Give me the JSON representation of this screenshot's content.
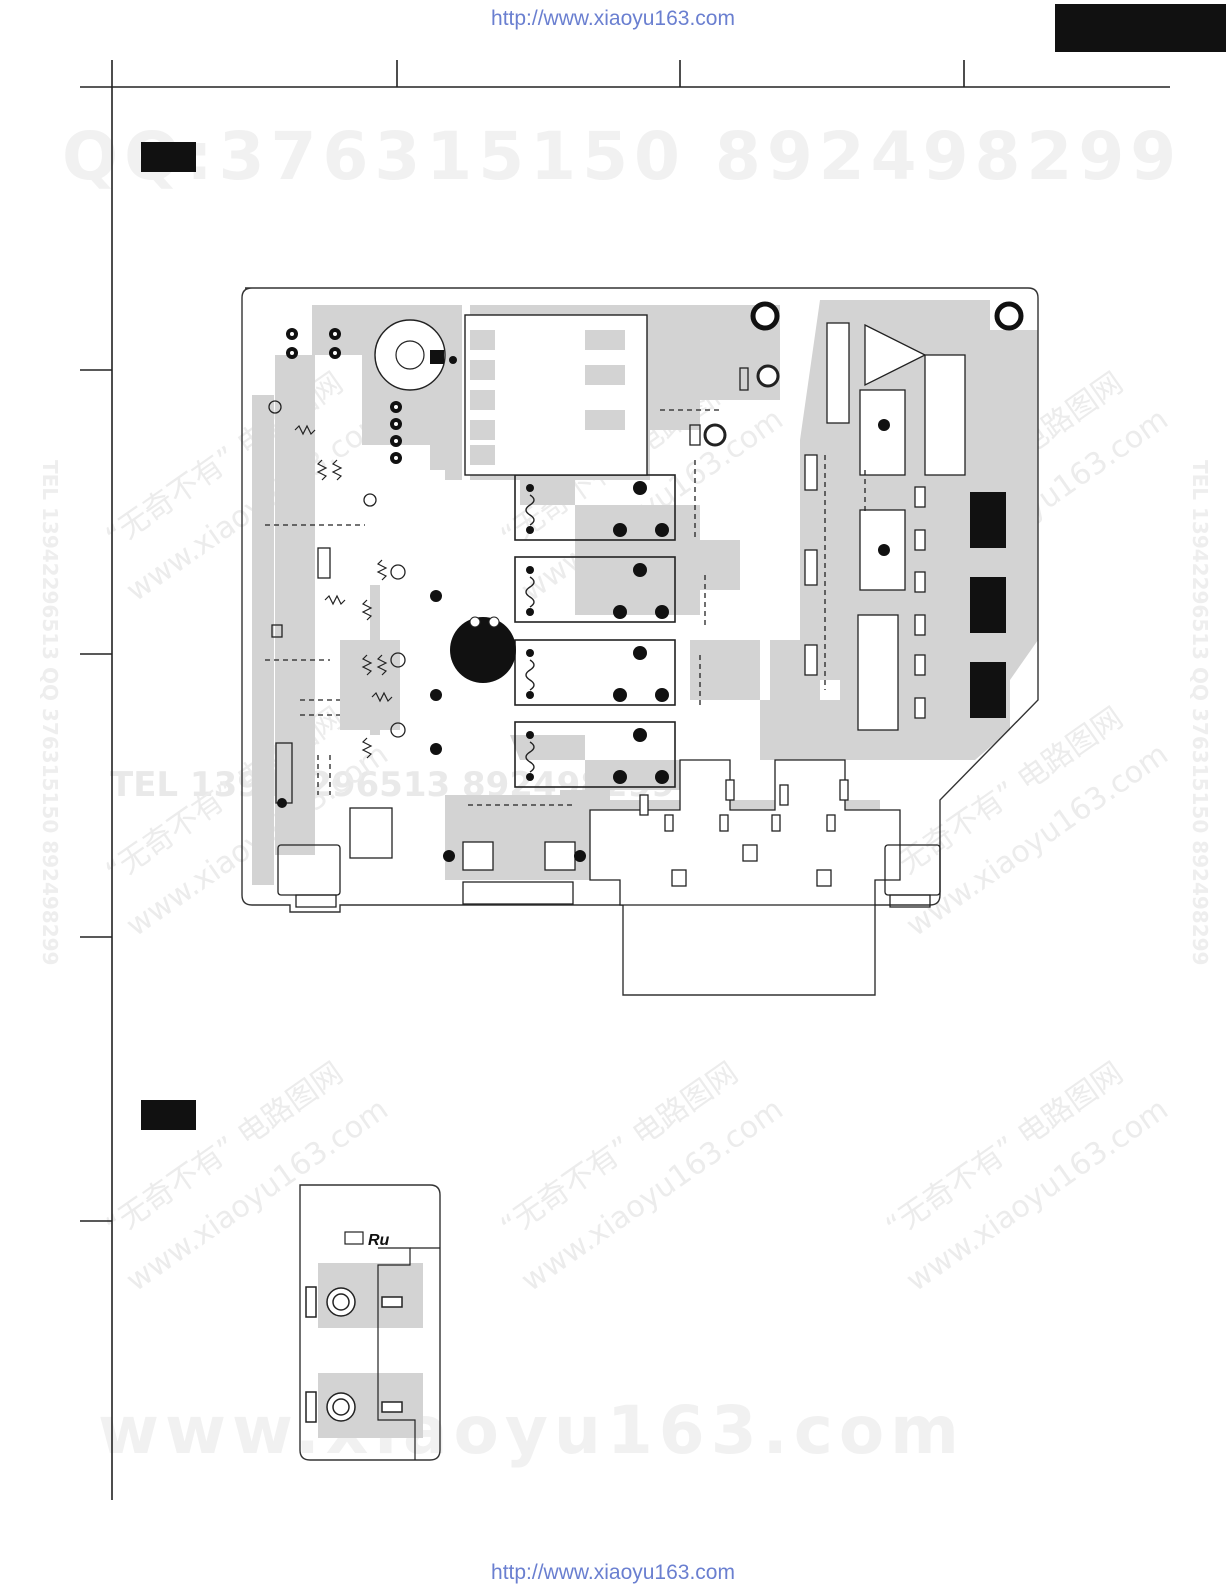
{
  "header": {
    "url_top": "http://www.xiaoyu163.com",
    "url_bottom": "http://www.xiaoyu163.com"
  },
  "watermarks": {
    "qq_line": "QQ:376315150    892498299",
    "tel_line": "TEL 13942296513  892498299",
    "site_big": "www.xiaoyu163.com",
    "diag_cn": "“无奇不有” 电路图网",
    "diag_site": "www.xiaoyu163.com",
    "vert_left": "TEL 13942296513  QQ 376315150 892498299",
    "vert_right": "TEL 13942296513  QQ 376315150 892498299"
  },
  "colors": {
    "pcb_trace": "#d3d3d3",
    "line": "#222222",
    "url": "#6a7fd0",
    "block": "#111111"
  }
}
